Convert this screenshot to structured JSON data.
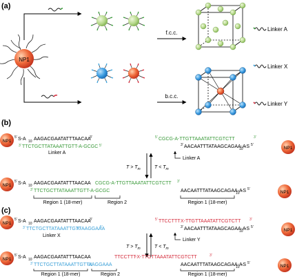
{
  "panel_a": {
    "label": "(a)",
    "np_label": "NP1",
    "fcc_arrow_label": "f.c.c.",
    "bcc_arrow_label": "b.c.c.",
    "legend": [
      {
        "name": "Linker A",
        "color": "#3a9a3a"
      },
      {
        "name": "Linker X",
        "color": "#3aa0d8"
      },
      {
        "name": "Linker Y",
        "color": "#d42a3a"
      }
    ],
    "colors": {
      "green_np": "#b5d88a",
      "blue_np": "#2a8fd6",
      "red_np": "#e04a28"
    }
  },
  "panel_b": {
    "label": "(b)",
    "np_label": "NP1",
    "top_left_strand": "AAGACGAATATTTAACAA",
    "top_left_prefix": "S-A",
    "top_left_sub": "10",
    "p5": "5'",
    "p3": "3'",
    "linker_a_left": "TTCTGCTTATAAATTGTT-A-GCGC",
    "linker_a_left_label": "Linker A",
    "linker_a_right": "CGCG-A-TTGTTAAATATTCGTCTT",
    "top_right_strand": "AACAATTTATAAGCAGAA-A",
    "top_right_suffix": "-S",
    "linker_a_right_label": "Linker A",
    "arrow_down": "T > T",
    "arrow_up": "T < T",
    "m": "m",
    "bottom_left_strand": "AAGACGAATATTTAACAA",
    "bottom_left_linker": "TTCTGCTTATAAATTGTT-A-GCGC",
    "bottom_mid": "CGCG-A-TTGTTAAATATTCGTCTT",
    "bottom_right_strand": "AACAATTTATAAGCAGAA-A",
    "region1_left": "Region 1 (18-mer)",
    "region2": "Region 2",
    "region1_right": "Region 1 (18-mer)"
  },
  "panel_c": {
    "label": "(c)",
    "np_label": "NP1",
    "top_left_strand": "AAGACGAATATTTAACAA",
    "linker_x_left": "TTCTGCTTATAAATTGTT",
    "linker_x_tail": "X-AAGGAAA",
    "linker_x_label": "Linker X",
    "linker_y_right": "TTCCTTT",
    "linker_y_rest": "X-TTGTTAAATATTCGTCTT",
    "top_right_strand": "AACAATTTATAAGCAGAA-A",
    "linker_y_label": "Linker Y",
    "arrow_down": "T > T",
    "arrow_up": "T < T",
    "m": "m",
    "bottom_left_strand": "AAGACGAATATTTAACAA",
    "bottom_left_linker": "TTCTGCTTATAAATTGTTX",
    "bottom_left_tail": "-AAGGAAA",
    "bottom_mid": "TTCCTTT",
    "bottom_mid_rest": "-X-TTGTTAAATATTCGTCTT",
    "bottom_right_strand": "AACAATTTATAAGCAGAA-A",
    "region1_left": "Region 1 (18-mer)",
    "region2": "Region 2",
    "region1_right": "Region 1 (18-mer)"
  }
}
